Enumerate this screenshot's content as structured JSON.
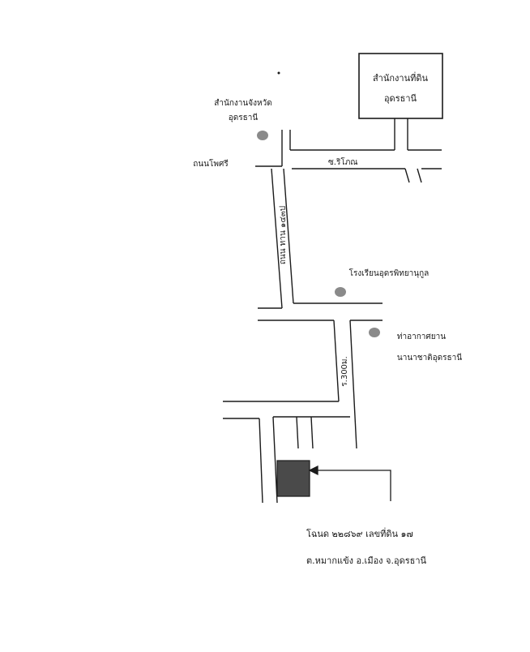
{
  "map": {
    "colors": {
      "ink": "#1b1b1b",
      "paper": "#ffffff",
      "landmark": "#8a8a8a",
      "target": "#4a4a4a"
    },
    "labels": {
      "land_office_line1": "สำนักงานที่ดิน",
      "land_office_line2": "อุดรธานี",
      "province_hall_line1": "สำนักงานจังหวัด",
      "province_hall_line2": "อุดรธานี",
      "road_west": "ถนนโพศรี",
      "road_top": "ซ.ริโภณ",
      "road_vertical": "ถนน ทาน ๑๔๓ป",
      "school": "โรงเรียนอุดรพิทยานุกูล",
      "airport_line1": "ท่าอากาศยาน",
      "airport_line2": "นานาชาติอุดรธานี",
      "distance": "ร.300ม.",
      "deed_line1": "โฉนด ๒๒๘๖๙  เลขที่ดิน ๑๗",
      "deed_line2": "ต.หมากแข้ง   อ.เมือง   จ.อุดรธานี"
    }
  }
}
